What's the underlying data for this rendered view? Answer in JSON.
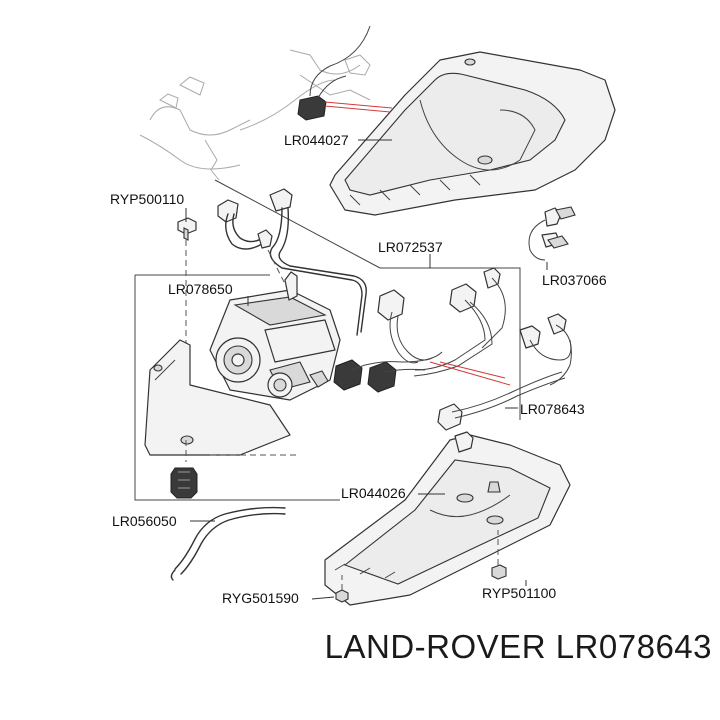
{
  "labels": {
    "lr044027": "LR044027",
    "ryp500110": "RYP500110",
    "lr072537": "LR072537",
    "lr037066": "LR037066",
    "lr078650": "LR078650",
    "lr078643": "LR078643",
    "lr044026": "LR044026",
    "lr056050": "LR056050",
    "ryg501590": "RYG501590",
    "ryp501100": "RYP501100"
  },
  "footer": {
    "caption": "LAND-ROVER LR078643"
  }
}
